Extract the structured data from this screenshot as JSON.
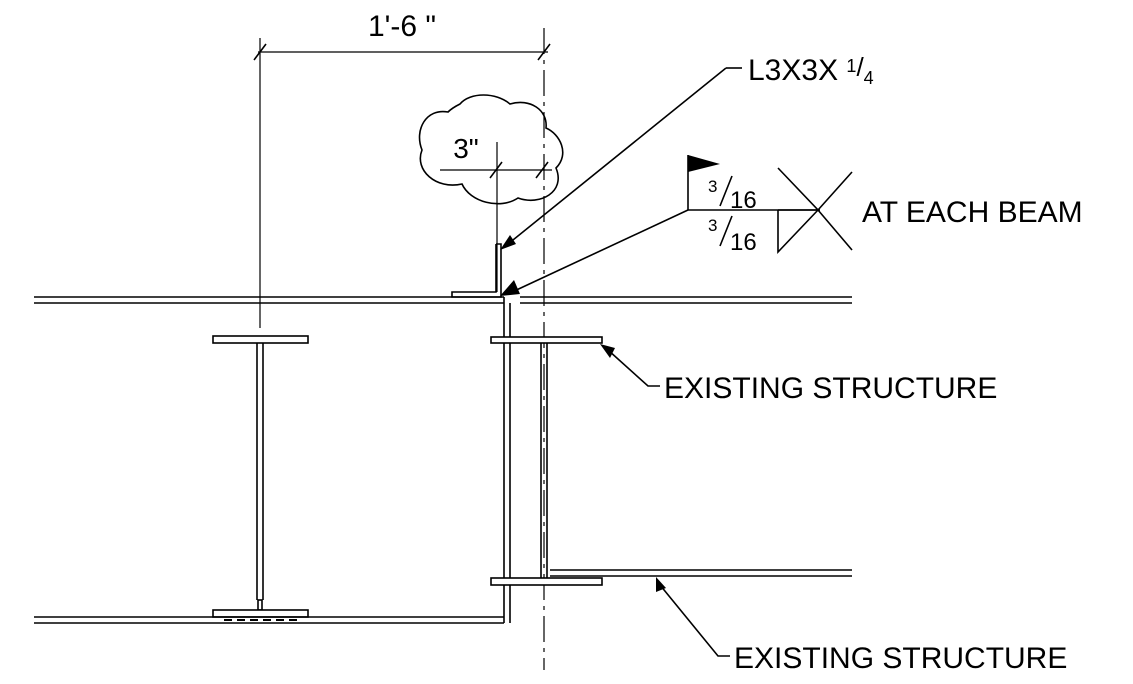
{
  "dimension_overall": "1'-6 \"",
  "dimension_offset": "3\"",
  "angle_callout": {
    "prefix": "L3X3X ",
    "numerator": "1",
    "slash": "/",
    "denominator": "4"
  },
  "weld": {
    "top": {
      "numerator": "3",
      "denominator": "16"
    },
    "bottom": {
      "numerator": "3",
      "denominator": "16"
    },
    "note": "AT EACH BEAM"
  },
  "existing_upper_label": "EXISTING STRUCTURE",
  "existing_lower_label": "EXISTING STRUCTURE"
}
